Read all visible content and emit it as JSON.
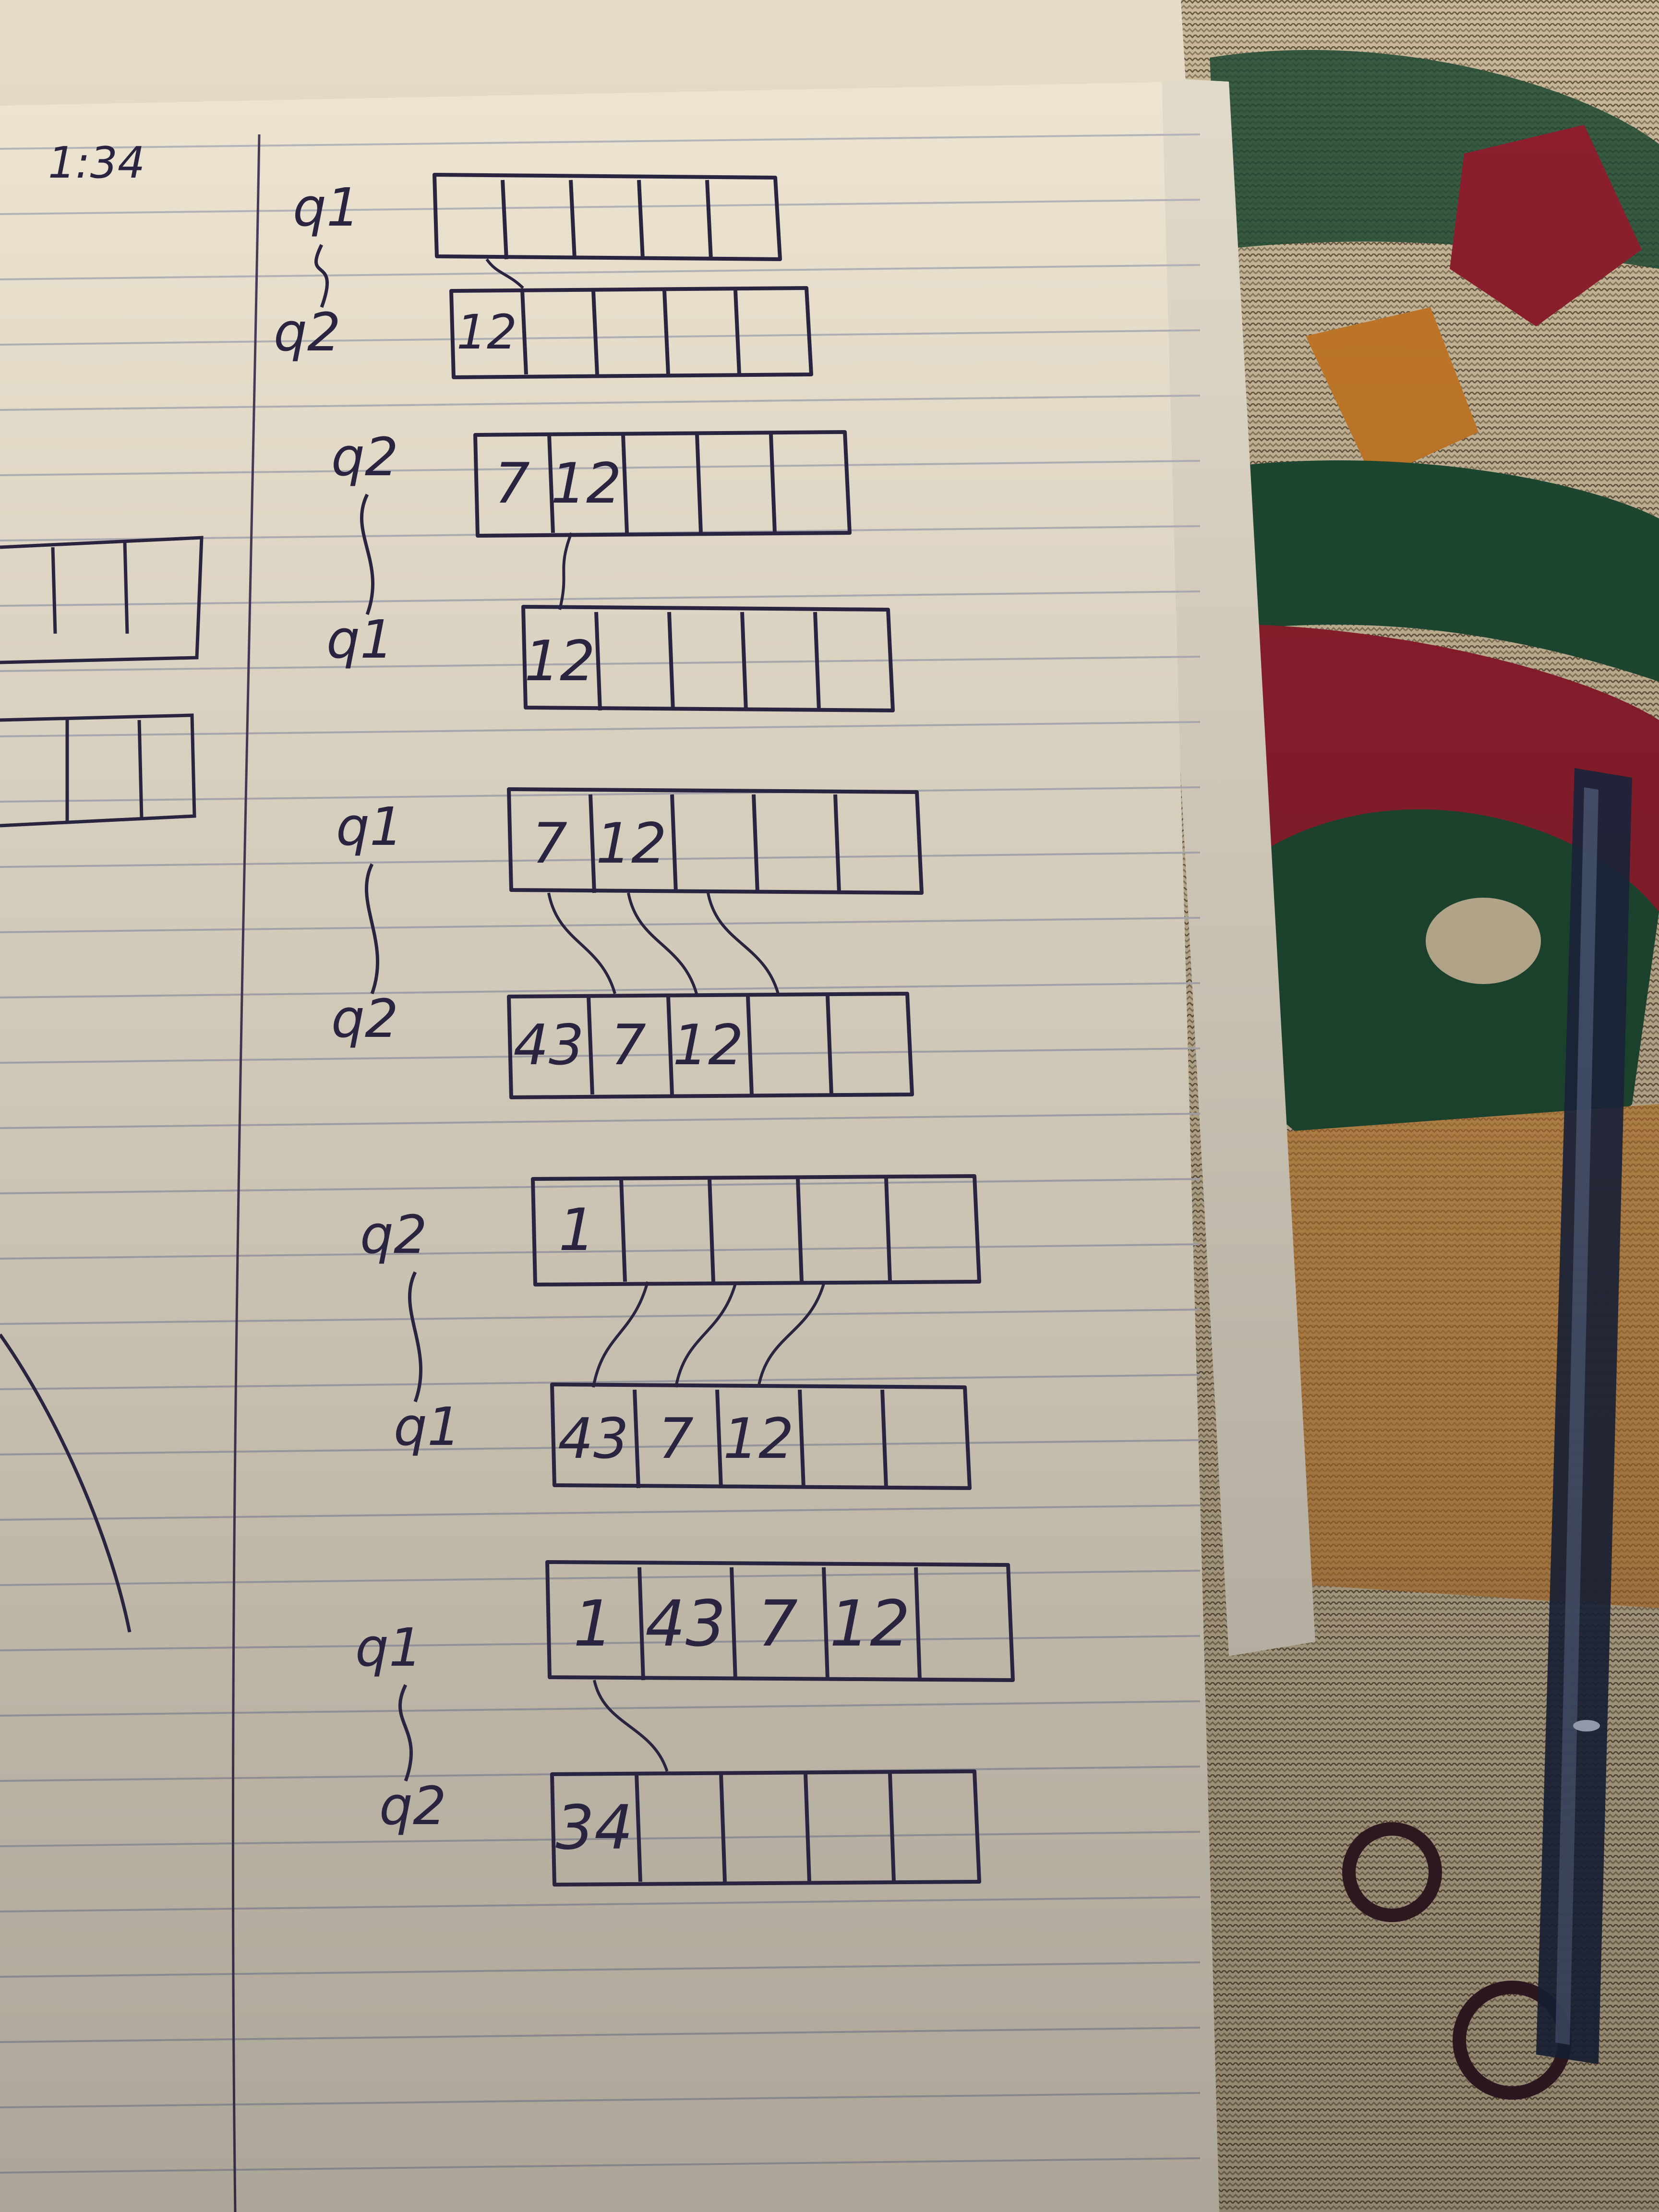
{
  "colors": {
    "paper": "#efe6d3",
    "paper_shade": "#d9cfbc",
    "rule_line": "#b8b6bd",
    "margin_line": "#4a3d5c",
    "ink": "#2a2440",
    "fabric_base": "#c9b99a",
    "fabric_red": "#8e1f2e",
    "fabric_green": "#1f4a33",
    "fabric_orange": "#c47a2a",
    "pen_body": "#1d2740"
  },
  "corner_note": "1:34",
  "steps": [
    {
      "labels": [
        "q1",
        "q2"
      ],
      "rows": [
        [
          "",
          "",
          "",
          "",
          ""
        ],
        [
          "12",
          "",
          "",
          "",
          ""
        ]
      ]
    },
    {
      "labels": [
        "q2",
        "q1"
      ],
      "rows": [
        [
          "7",
          "12",
          "",
          "",
          ""
        ],
        [
          "12",
          "",
          "",
          "",
          ""
        ]
      ]
    },
    {
      "labels": [
        "q1",
        "q2"
      ],
      "rows": [
        [
          "7",
          "12",
          "",
          "",
          ""
        ],
        [
          "43",
          "7",
          "12",
          "",
          ""
        ]
      ]
    },
    {
      "labels": [
        "q2",
        "q1"
      ],
      "rows": [
        [
          "1",
          "",
          "",
          "",
          ""
        ],
        [
          "43",
          "7",
          "12",
          "",
          ""
        ]
      ]
    },
    {
      "labels": [
        "q1",
        "q2"
      ],
      "rows": [
        [
          "1",
          "43",
          "7",
          "12",
          ""
        ],
        [
          "34",
          "",
          "",
          "",
          ""
        ]
      ]
    }
  ]
}
